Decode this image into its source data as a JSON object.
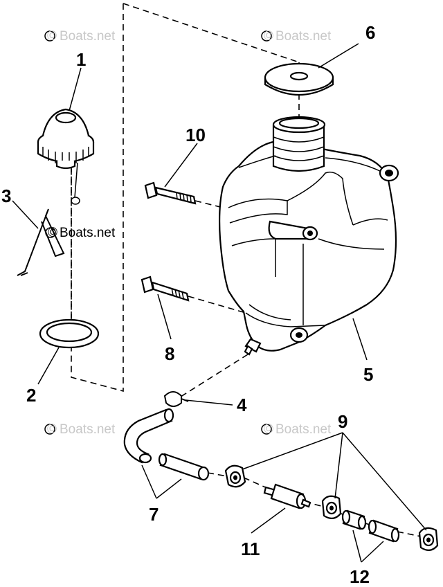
{
  "callouts": {
    "c1": "1",
    "c2": "2",
    "c3": "3",
    "c4": "4",
    "c5": "5",
    "c6": "6",
    "c7": "7",
    "c8": "8",
    "c9": "9",
    "c10": "10",
    "c11": "11",
    "c12": "12"
  },
  "watermark": {
    "text": "Boats.net",
    "symbol": "©"
  },
  "colors": {
    "ink": "#000000",
    "watermark": "#c8c8c8",
    "paper": "#ffffff"
  }
}
